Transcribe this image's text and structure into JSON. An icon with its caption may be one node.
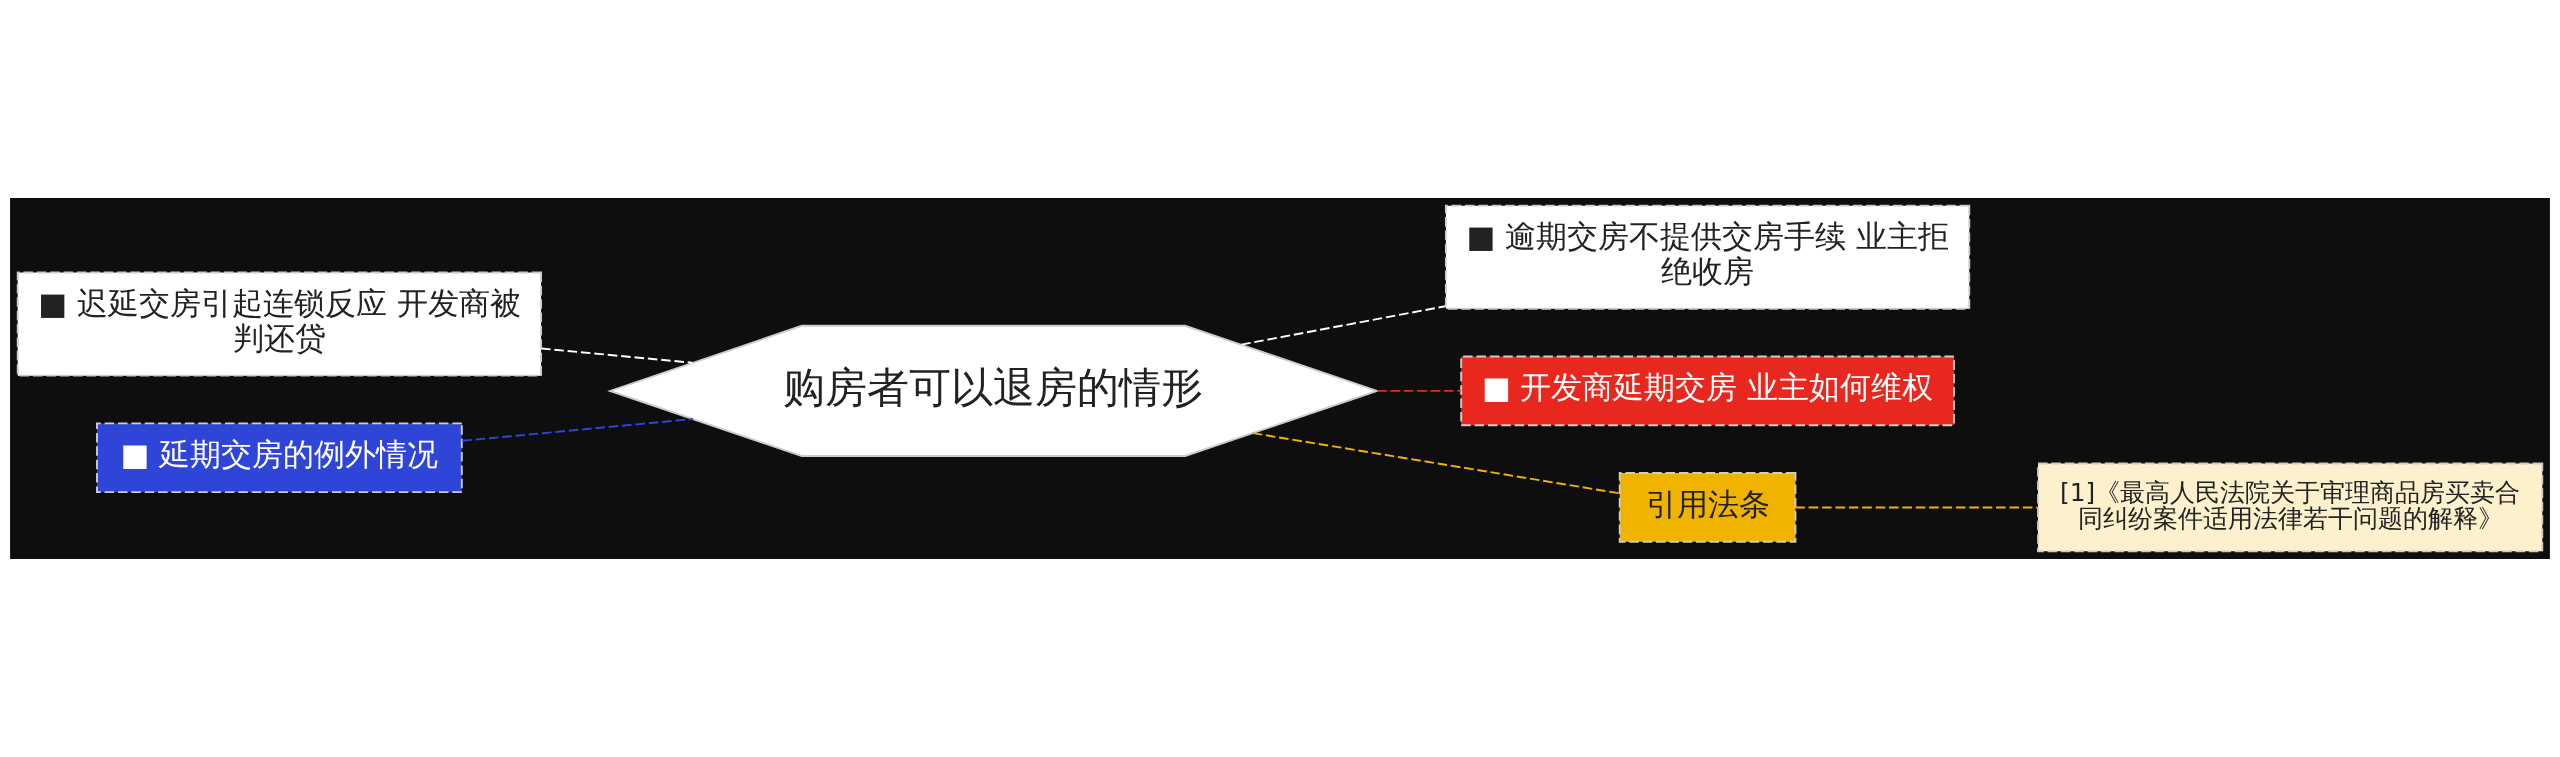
{
  "diagram": {
    "nodes": [
      {
        "text": [
          "购房者可以退房的情形"
        ]
      },
      {
        "text": [
          "■ 迟延交房引起连锁反应 开发商被判还贷"
        ]
      },
      {
        "text": [
          "■ 延期交房的例外情况"
        ]
      },
      {
        "text": [
          "■ 逾期交房不提供交房手续 业主拒绝收房"
        ]
      },
      {
        "text": [
          "■ 开发商延期交房 业主如何维权"
        ]
      },
      {
        "text": [
          "引用法条"
        ]
      },
      {
        "text": [
          "[1]《最高人民法院关于审理商品房买卖合同纠纷案件适用法律若干问题的解释》"
        ]
      }
    ],
    "edges": [
      {
        "from": 1,
        "to": 0,
        "arrow": "none",
        "style": "dashed",
        "color": "#ffffff"
      },
      {
        "from": 2,
        "to": 0,
        "arrow": "none",
        "style": "dashed",
        "color": "#2f45d8"
      },
      {
        "from": 0,
        "to": 3,
        "arrow": "none",
        "style": "dashed",
        "color": "#ffffff"
      },
      {
        "from": 0,
        "to": 4,
        "arrow": "none",
        "style": "dashed",
        "color": "#e8281f"
      },
      {
        "from": 0,
        "to": 5,
        "arrow": "none",
        "style": "dashed",
        "color": "#f0b400"
      },
      {
        "from": 5,
        "to": 6,
        "arrow": "none",
        "style": "dashed",
        "color": "#f0b400"
      }
    ]
  }
}
